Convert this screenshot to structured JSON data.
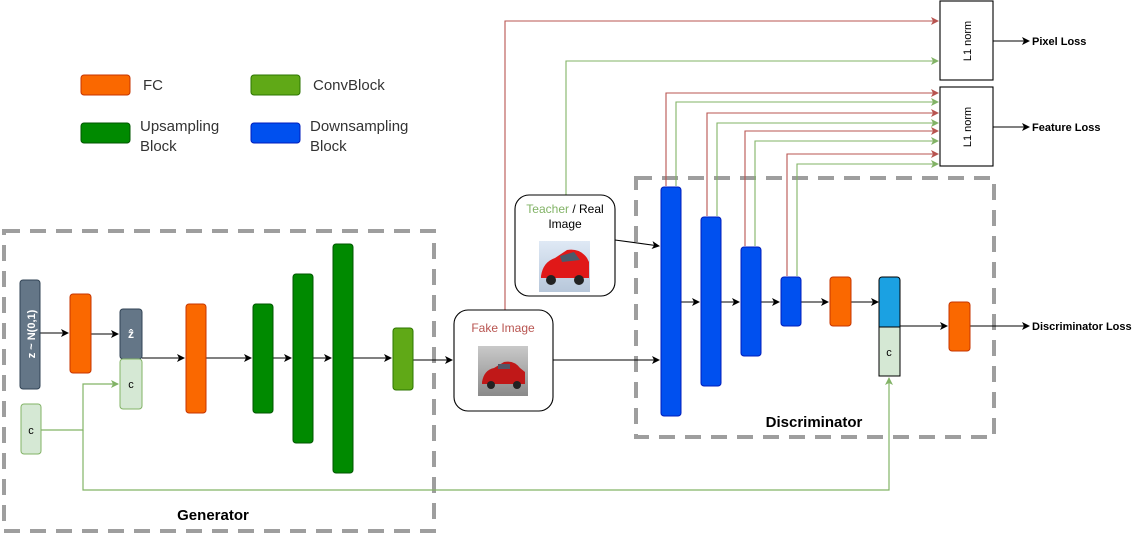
{
  "legend": {
    "fc": "FC",
    "convblock": "ConvBlock",
    "upsampling_line1": "Upsampling",
    "upsampling_line2": "Block",
    "downsampling_line1": "Downsampling",
    "downsampling_line2": "Block"
  },
  "generator": {
    "title": "Generator",
    "z_label": "z ~ N(0,1)",
    "zhat_label": "ẑ",
    "c_label": "c",
    "c_input_label": "c"
  },
  "fake_image": {
    "label": "Fake Image"
  },
  "teacher": {
    "teacher_word": "Teacher",
    "rest_line1": " / Real",
    "line2": "Image"
  },
  "discriminator": {
    "title": "Discriminator",
    "c_label": "c"
  },
  "losses": {
    "l1_norm_top": "L1 norm",
    "l1_norm_bottom": "L1 norm",
    "pixel_loss": "Pixel Loss",
    "feature_loss": "Feature Loss",
    "discriminator_loss": "Discriminator Loss"
  },
  "colors": {
    "fc": "#fa6800",
    "convblock": "#60a917",
    "upsampling": "#008a00",
    "downsampling": "#0050ef",
    "latent": "#647687",
    "condition": "#d5e8d4",
    "red_line": "#b85450",
    "green_line": "#82b366",
    "cyan": "#1ba1e2",
    "dashed_box": "#9e9e9e"
  }
}
